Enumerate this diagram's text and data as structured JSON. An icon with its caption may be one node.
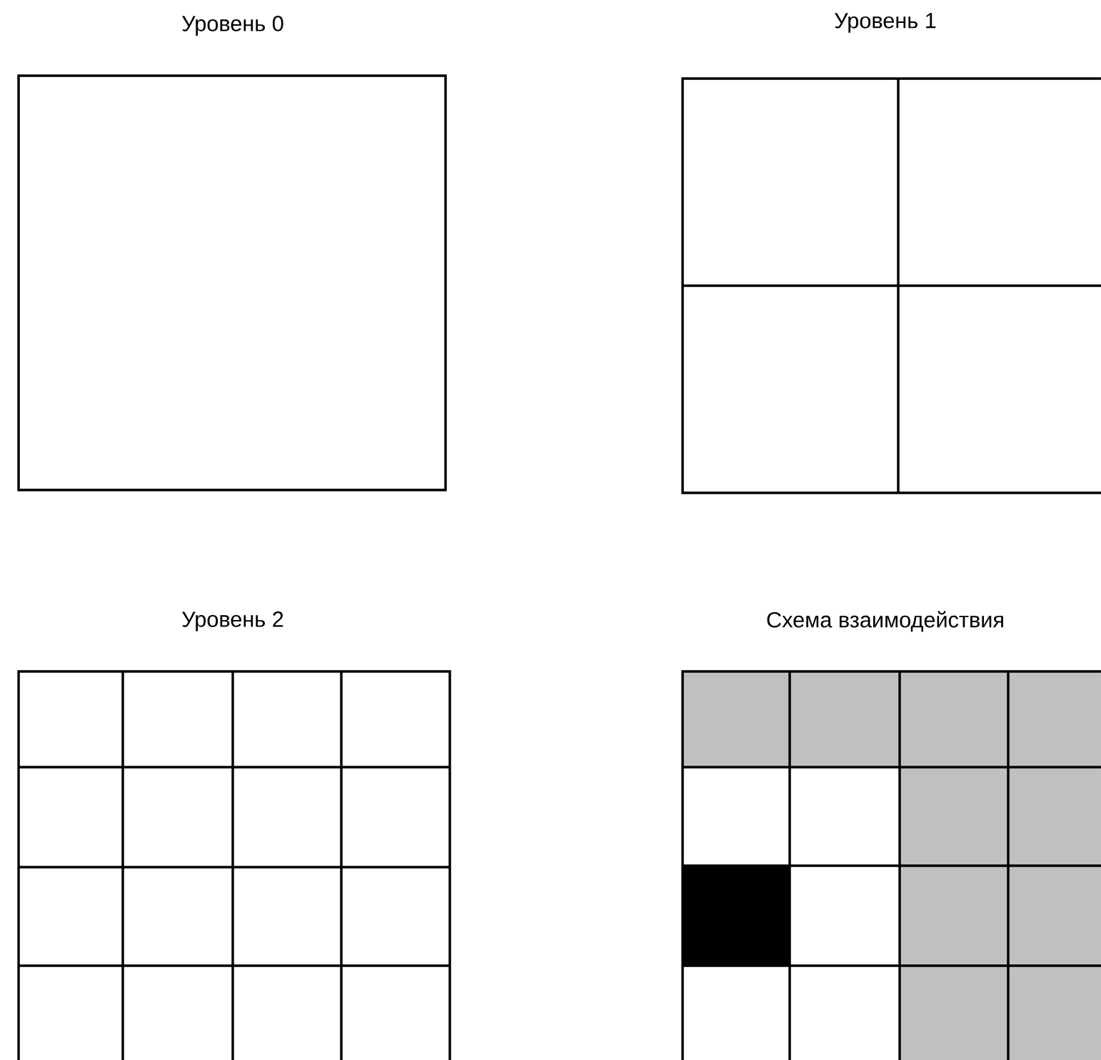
{
  "diagram": {
    "nodes": [
      {
        "text": [
          "Уровень 0"
        ]
      },
      {
        "text": [
          "Уровень 1"
        ]
      },
      {
        "text": [
          "Уровень 2"
        ]
      },
      {
        "text": [
          "Схема взаимодействия"
        ]
      }
    ]
  }
}
